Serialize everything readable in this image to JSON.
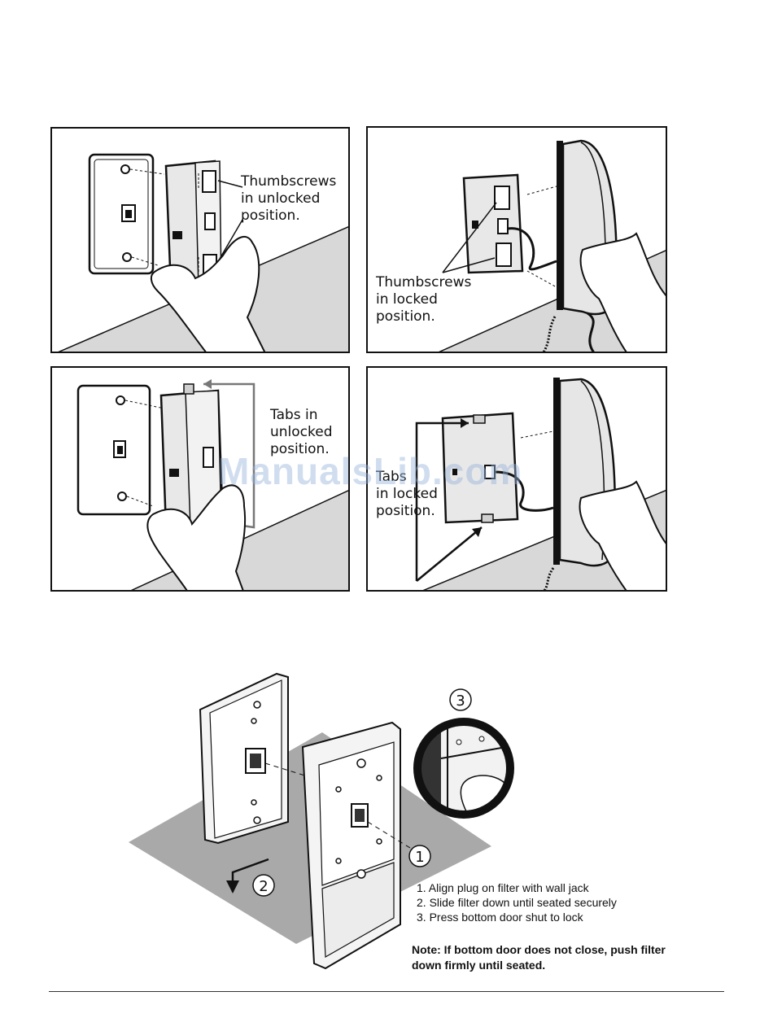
{
  "panels": {
    "top_left_label": "Thumbscrews\nin unlocked\nposition.",
    "top_right_label": "Thumbscrews\nin locked\nposition.",
    "bottom_left_label": "Tabs in\nunlocked\nposition.",
    "bottom_right_label": "Tabs\nin locked\nposition."
  },
  "figure": {
    "step_marker_1": "1",
    "step_marker_2": "2",
    "step_marker_3": "3",
    "steps": [
      "1. Align plug on filter with wall jack",
      "2. Slide filter down until seated securely",
      "3. Press bottom door shut to lock"
    ],
    "note": "Note: If bottom door does not close, push filter down firmly until seated."
  },
  "watermark": "ManualsLib.com"
}
